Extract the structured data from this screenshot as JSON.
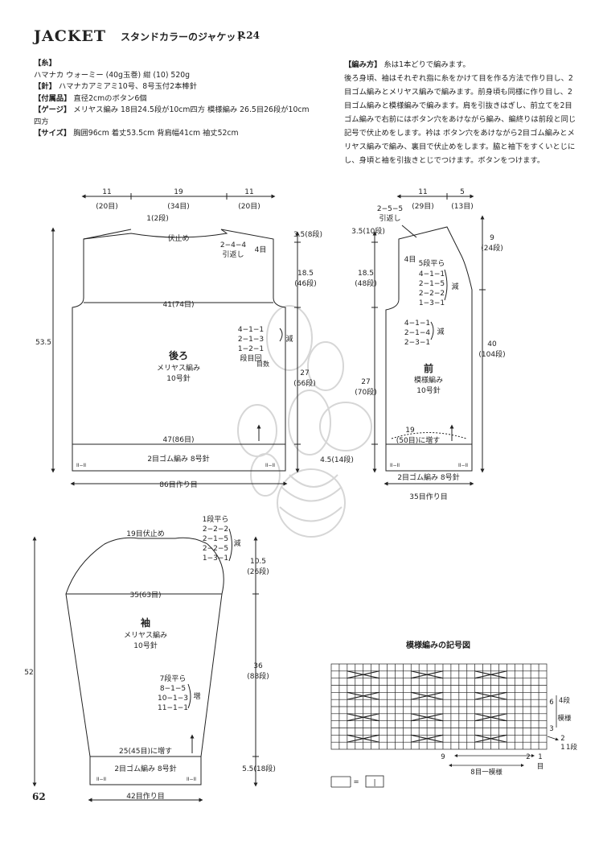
{
  "header": {
    "title": "JACKET",
    "subtitle": "スタンドカラーのジャケット",
    "page_ref": "P.24"
  },
  "specs": [
    {
      "label": "【糸】",
      "value": ""
    },
    {
      "label": "",
      "value": "ハマナカ ウォーミー (40g玉巻) 紺 (10) 520g"
    },
    {
      "label": "【針】",
      "value": "ハマナカアミアミ10号、8号玉付2本棒針"
    },
    {
      "label": "【付属品】",
      "value": "直径2cmのボタン6個"
    },
    {
      "label": "【ゲージ】",
      "value": "メリヤス編み 18目24.5段が10cm四方 模様編み 26.5目26段が10cm"
    },
    {
      "label": "",
      "value": "四方"
    },
    {
      "label": "【サイズ】",
      "value": "胸囲96cm 着丈53.5cm 背肩幅41cm 袖丈52cm"
    }
  ],
  "method": {
    "label": "【編み方】",
    "lead": "糸は1本どりで編みます。",
    "body": "後ろ身頃、袖はそれぞれ指に糸をかけて目を作る方法で作り目し、2目ゴム編みとメリヤス編みで編みます。前身頃も同様に作り目し、2目ゴム編みと模様編みで編みます。肩を引抜きはぎし、前立てを2目ゴム編みで右前にはボタン穴をあけながら編み、編終りは前段と同じ記号で伏止めをします。衿は ボタン穴をあけながら2目ゴム編みとメリヤス編みで編み、裏目で伏止めをします。脇と袖下をすくいとじにし、身頃と袖を引抜きとじでつけます。ボタンをつけます。"
  },
  "back": {
    "dim_left": "11",
    "dim_left_rows": "(20目)",
    "dim_mid": "19",
    "dim_mid_rows": "(34目)",
    "dim_right": "11",
    "dim_right_rows": "(20目)",
    "neck_rows": "1(2段)",
    "bind_off": "伏止め",
    "shoulder_shaping": "2−4−4",
    "shoulder_return": "引返し",
    "shoulder_count": "4目",
    "shoulder_height": "3.5(8段)",
    "armhole_height": "18.5",
    "armhole_rows": "(46段)",
    "width_label": "41(74目)",
    "armhole_dec": [
      "4−1−1",
      "2−1−3",
      "1−2−1"
    ],
    "dec_word": "減",
    "stitch_count_note": "段目回",
    "count_note_vert": "目数",
    "name": "後ろ",
    "pattern": "メリヤス編み",
    "needle": "10号針",
    "side_height": "27",
    "side_rows": "(66段)",
    "total_height": "53.5",
    "hem_width": "47(86目)",
    "rib_label": "2目ゴム編み 8号針",
    "rib_height": "4.5(14段)",
    "cast_on": "86目作り目"
  },
  "front": {
    "band_shaping": "2−5−5",
    "band_return": "引返し",
    "dim_mid": "11",
    "dim_mid_rows": "(29目)",
    "dim_right": "5",
    "dim_right_rows": "(13目)",
    "shoulder_height": "3.5(10段)",
    "shoulder_count": "4目",
    "neck_height": "9",
    "neck_rows": "(24段)",
    "armhole_height": "18.5",
    "armhole_rows": "(48段)",
    "neck_dec": [
      "5段平ら",
      "4−1−1",
      "2−1−5",
      "2−2−2",
      "1−3−1"
    ],
    "armhole_dec": [
      "4−1−1",
      "2−1−4",
      "2−3−1"
    ],
    "dec_word": "減",
    "front_height": "40",
    "front_rows": "(104段)",
    "name": "前",
    "pattern": "模様編み",
    "needle": "10号針",
    "side_height": "27",
    "side_rows": "(70段)",
    "increase": "19",
    "increase_note": "(50目)に増す",
    "rib_label": "2目ゴム編み 8号針",
    "cast_on": "35目作り目"
  },
  "sleeve": {
    "top_bind": "19目伏止め",
    "cap_dec": [
      "1段平ら",
      "2−2−2",
      "2−1−5",
      "2−2−5",
      "1−3−1"
    ],
    "dec_word": "減",
    "cap_height": "10.5",
    "cap_rows": "(26段)",
    "width_label": "35(63目)",
    "name": "袖",
    "pattern": "メリヤス編み",
    "needle": "10号針",
    "total_height": "52",
    "body_height": "36",
    "body_rows": "(88段)",
    "inc": [
      "7段平ら",
      "8−1−5",
      "10−1−3",
      "11−1−1"
    ],
    "inc_word": "増",
    "cuff_width": "25(45目)に増す",
    "rib_label": "2目ゴム編み 8号針",
    "rib_height": "5.5(18段)",
    "cast_on": "42目作り目"
  },
  "chart": {
    "title": "模様編みの記号図",
    "right_labels": [
      "6",
      "4段",
      "模様",
      "3",
      "2",
      "1",
      "1段"
    ],
    "bottom_left": "9",
    "bottom_mid": "2",
    "bottom_right": "1",
    "bottom_eye": "目",
    "repeat_label": "8目一模様",
    "legend_eq": "=",
    "legend_mark": "|"
  },
  "page_number": "62",
  "colors": {
    "line": "#222222",
    "watermark": "#d6d6d6"
  }
}
